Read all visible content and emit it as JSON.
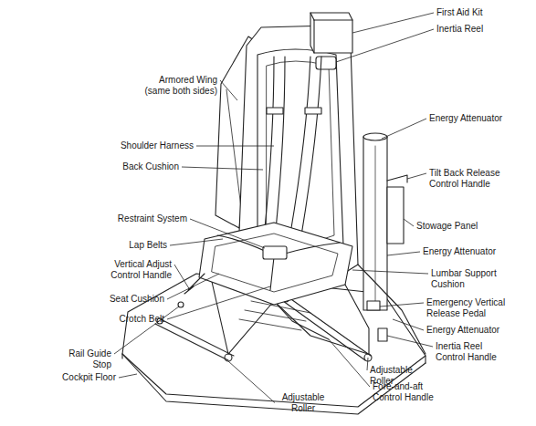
{
  "diagram": {
    "labels": [
      "First Aid Kit",
      "Inertia Reel",
      "Armored Wing (same both sides)",
      "Energy Attenuator",
      "Shoulder Harness",
      "Back Cushion",
      "Tilt Back Release Control Handle",
      "Stowage Panel",
      "Restraint System",
      "Energy Attenuator",
      "Lap Belts",
      "Vertical Adjust Control Handle",
      "Lumbar Support Cushion",
      "Seat Cushion",
      "Emergency Vertical Release Pedal",
      "Energy Attenuator",
      "Crotch Belt",
      "Inertia Reel Control Handle",
      "Rail Guide Stop",
      "Adjustable Roller",
      "Cockpit Floor",
      "Fore-and-aft Control Handle",
      "Adjustable Roller"
    ]
  }
}
